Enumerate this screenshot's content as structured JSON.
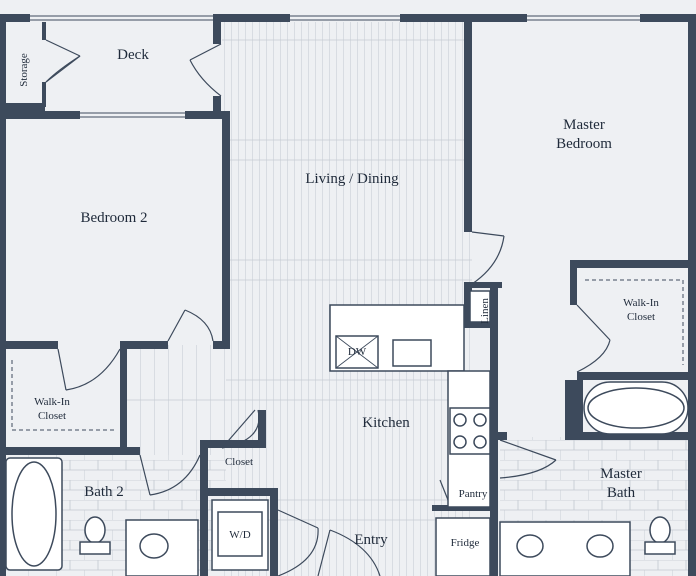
{
  "rooms": {
    "deck": "Deck",
    "storage": "Storage",
    "living_dining": "Living / Dining",
    "master_bedroom_line1": "Master",
    "master_bedroom_line2": "Bedroom",
    "bedroom2": "Bedroom 2",
    "linen": "Linen",
    "walkin_master_line1": "Walk-In",
    "walkin_master_line2": "Closet",
    "walkin_bed2_line1": "Walk-In",
    "walkin_bed2_line2": "Closet",
    "kitchen": "Kitchen",
    "closet": "Closet",
    "bath2": "Bath 2",
    "master_bath_line1": "Master",
    "master_bath_line2": "Bath",
    "pantry": "Pantry",
    "fridge": "Fridge",
    "entry": "Entry"
  },
  "fixtures": {
    "dishwasher": "DW",
    "washer_dryer": "W/D"
  },
  "colors": {
    "wall": "#3d4a5c",
    "floor": "#eef0f3",
    "line": "#9aa3ae",
    "text": "#1f2a3a"
  }
}
